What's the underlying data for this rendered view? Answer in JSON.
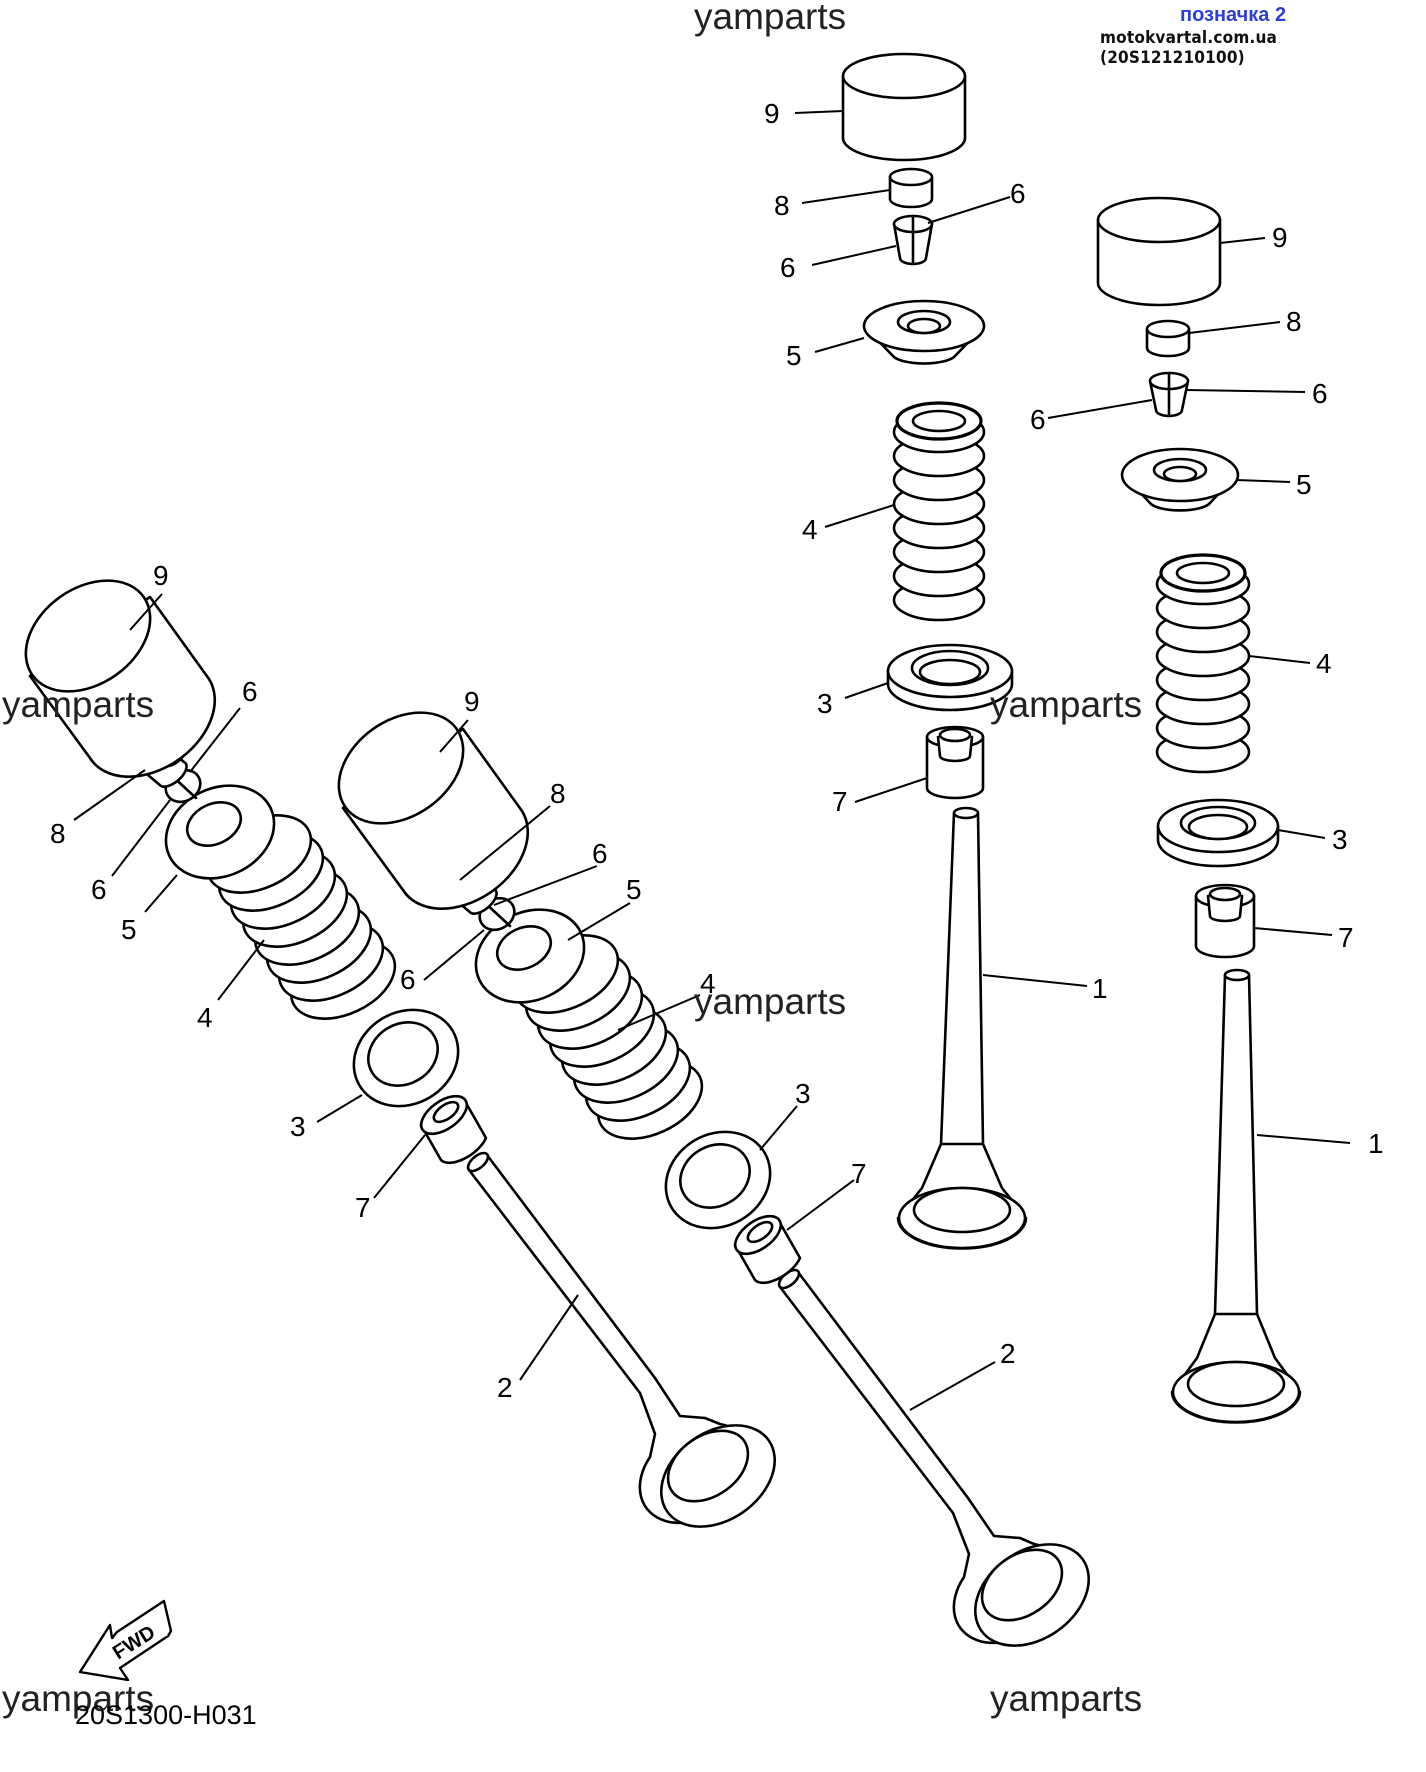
{
  "header": {
    "bookmark": "позначка 2",
    "source": "motokvartal.com.ua (20S121210100)"
  },
  "watermarks": [
    "yamparts",
    "yamparts",
    "yamparts",
    "yamparts",
    "yamparts",
    "yamparts"
  ],
  "diagram_id": "20S1300-H031",
  "fwd_label": "FWD",
  "callouts": [
    "9",
    "8",
    "6",
    "6",
    "5",
    "4",
    "3",
    "7",
    "1",
    "9",
    "8",
    "6",
    "6",
    "5",
    "4",
    "3",
    "7",
    "1",
    "9",
    "6",
    "8",
    "6",
    "5",
    "4",
    "3",
    "7",
    "2",
    "9",
    "8",
    "6",
    "5",
    "6",
    "4",
    "3",
    "7",
    "2"
  ]
}
